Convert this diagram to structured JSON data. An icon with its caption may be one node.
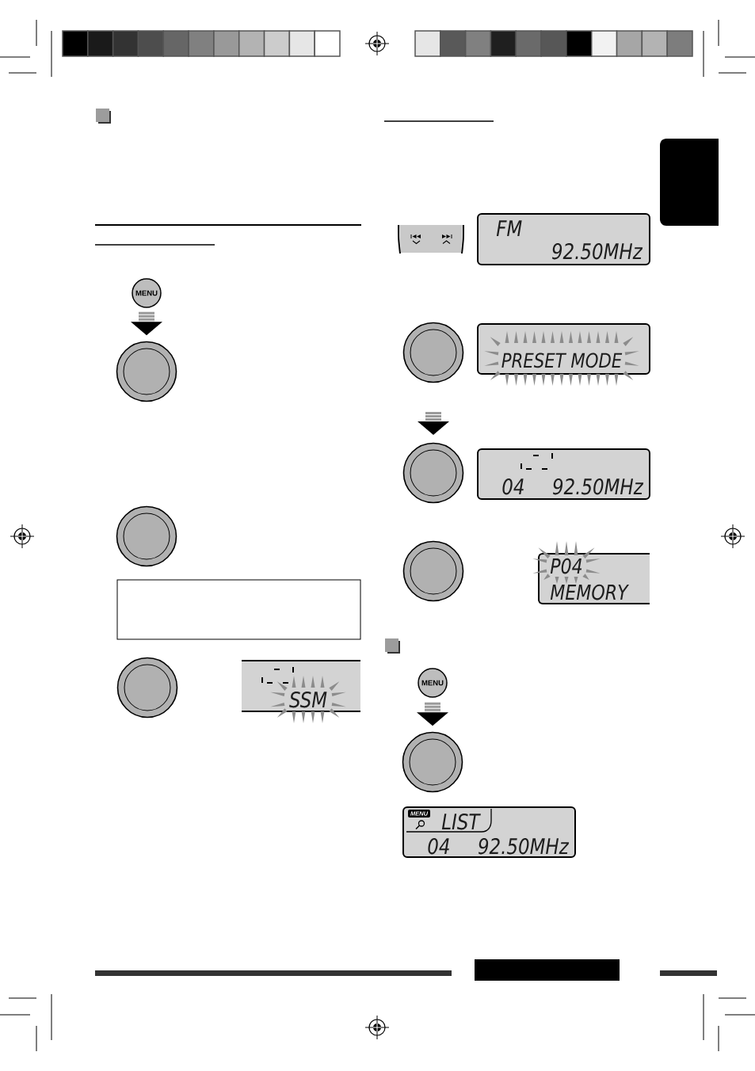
{
  "diagram": {
    "nodes": [
      {
        "text": [
          "MENU"
        ]
      },
      {
        "text": [],
        "shape": "circle"
      },
      {
        "text": [],
        "shape": "circle"
      },
      {
        "text": [],
        "shape": "box"
      },
      {
        "text": [],
        "shape": "circle"
      },
      {
        "text": [
          "SSM"
        ]
      },
      {
        "text": [
          "FM",
          "92.50MHz"
        ]
      },
      {
        "text": [],
        "shape": "circle"
      },
      {
        "text": [
          "PRESET MODE"
        ]
      },
      {
        "text": [],
        "shape": "circle"
      },
      {
        "text": [
          "04",
          "92.50MHz"
        ]
      },
      {
        "text": [],
        "shape": "circle"
      },
      {
        "text": [
          "P04",
          "MEMORY"
        ]
      },
      {
        "text": [
          "MENU"
        ]
      },
      {
        "text": [],
        "shape": "circle"
      },
      {
        "text": [
          "MENU",
          "LIST",
          "04",
          "92.50MHz"
        ]
      }
    ],
    "edges": [
      {
        "from": 0,
        "to": 1,
        "arrow": "to"
      },
      {
        "from": 13,
        "to": 14,
        "arrow": "to"
      }
    ]
  }
}
